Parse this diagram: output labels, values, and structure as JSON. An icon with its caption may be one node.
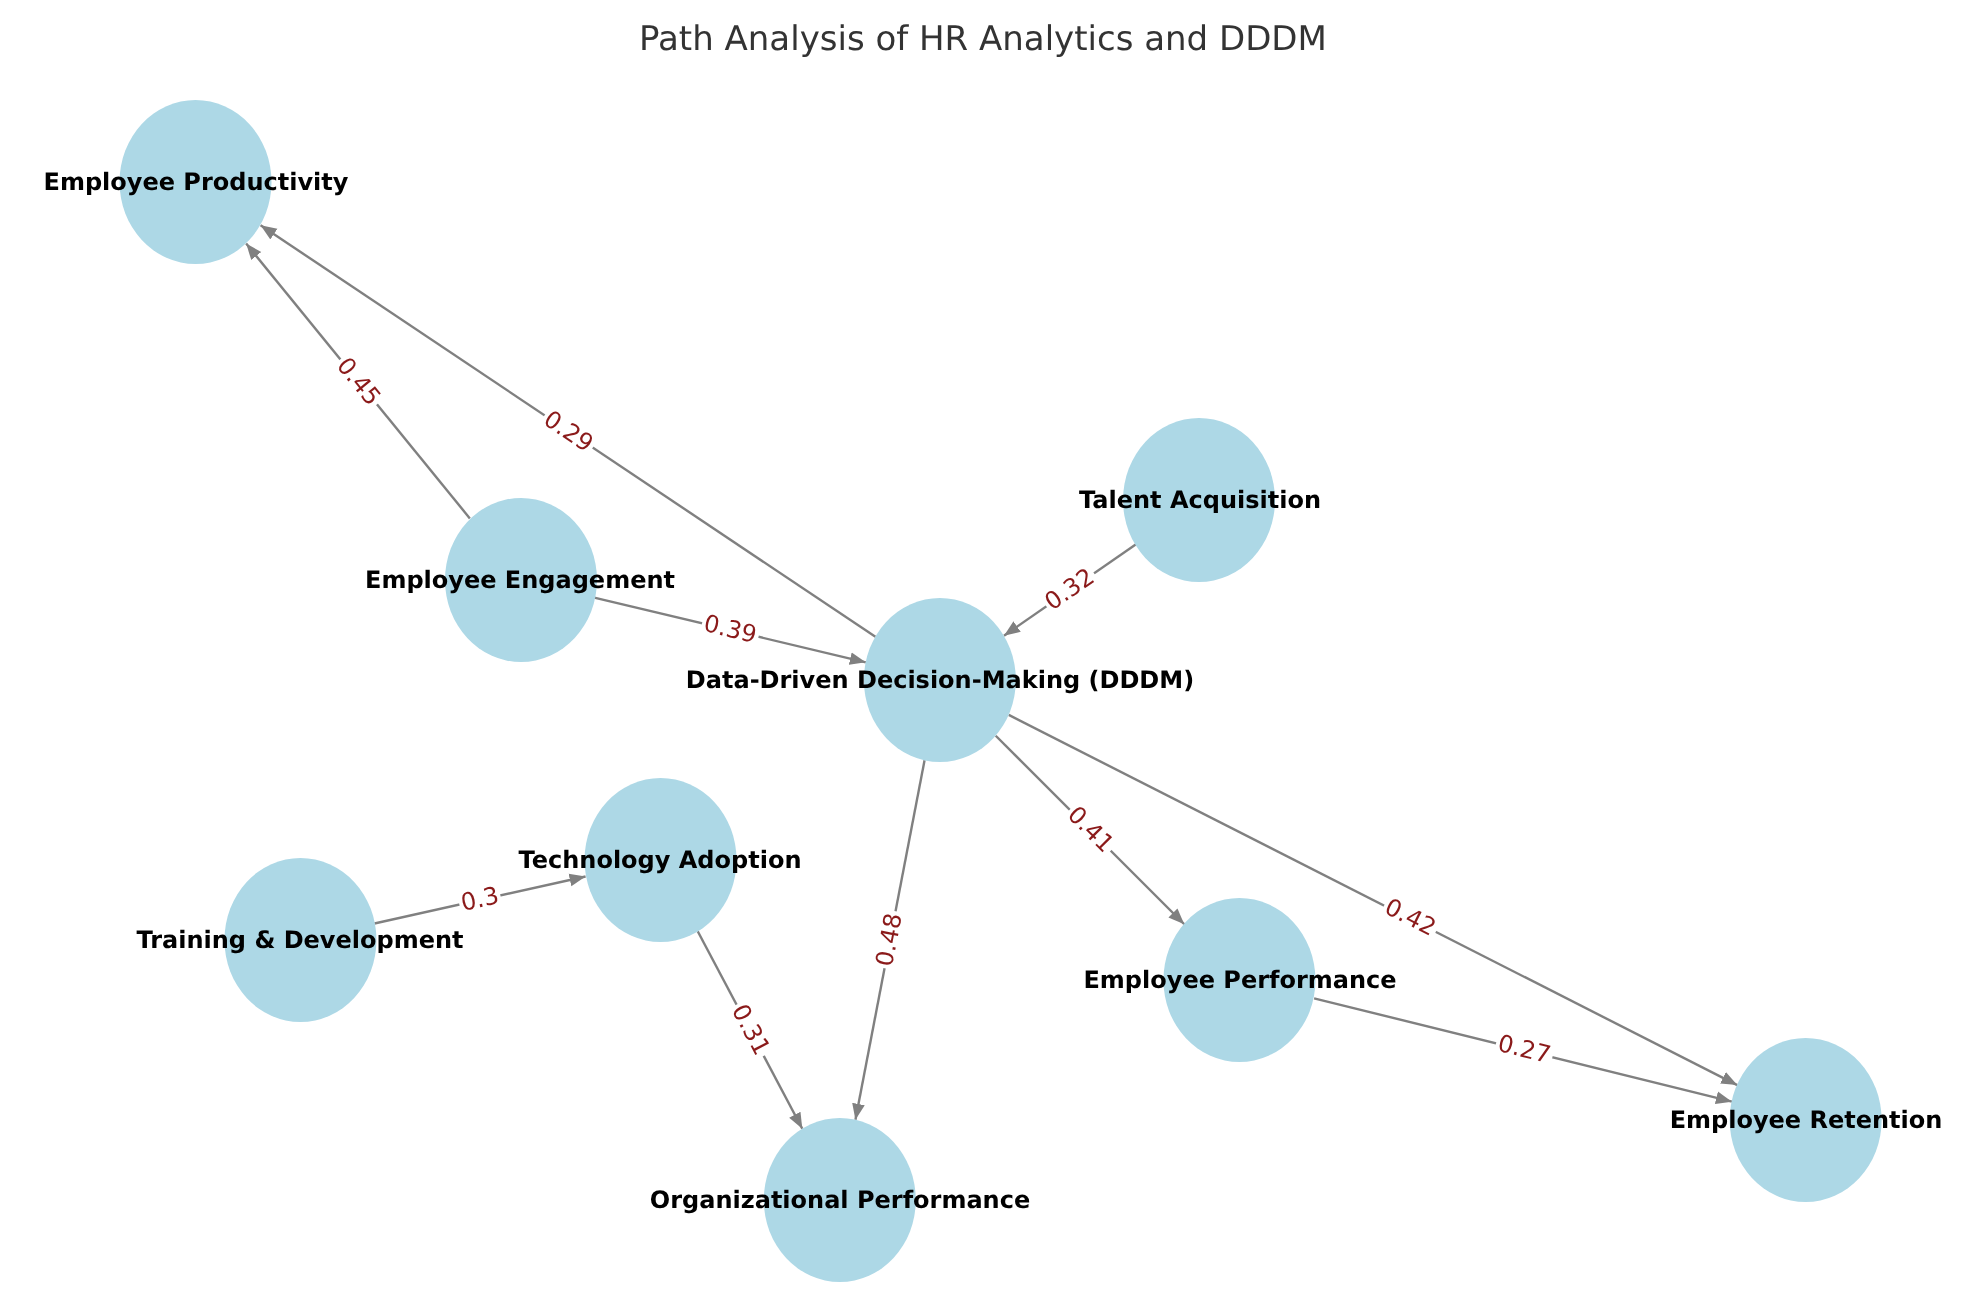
{
  "diagram": {
    "title": "Path Analysis of HR Analytics and DDDM",
    "nodes": [
      {
        "text": [
          "Employee Productivity"
        ]
      },
      {
        "text": [
          "Employee Engagement"
        ]
      },
      {
        "text": [
          "Talent Acquisition"
        ]
      },
      {
        "text": [
          "Data-Driven Decision-Making (DDDM)"
        ]
      },
      {
        "text": [
          "Technology Adoption"
        ]
      },
      {
        "text": [
          "Training & Development"
        ]
      },
      {
        "text": [
          "Employee Performance"
        ]
      },
      {
        "text": [
          "Employee Retention"
        ]
      },
      {
        "text": [
          "Organizational Performance"
        ]
      }
    ],
    "edges": [
      {
        "from": 1,
        "to": 0,
        "arrow": "to",
        "label": "0.45"
      },
      {
        "from": 3,
        "to": 0,
        "arrow": "to",
        "label": "0.29"
      },
      {
        "from": 1,
        "to": 3,
        "arrow": "to",
        "label": "0.39"
      },
      {
        "from": 2,
        "to": 3,
        "arrow": "to",
        "label": "0.32"
      },
      {
        "from": 5,
        "to": 4,
        "arrow": "to",
        "label": "0.3"
      },
      {
        "from": 3,
        "to": 6,
        "arrow": "to",
        "label": "0.41"
      },
      {
        "from": 3,
        "to": 7,
        "arrow": "to",
        "label": "0.42"
      },
      {
        "from": 6,
        "to": 7,
        "arrow": "to",
        "label": "0.27"
      },
      {
        "from": 4,
        "to": 8,
        "arrow": "to",
        "label": "0.31"
      },
      {
        "from": 3,
        "to": 8,
        "arrow": "to",
        "label": "0.48"
      }
    ]
  }
}
